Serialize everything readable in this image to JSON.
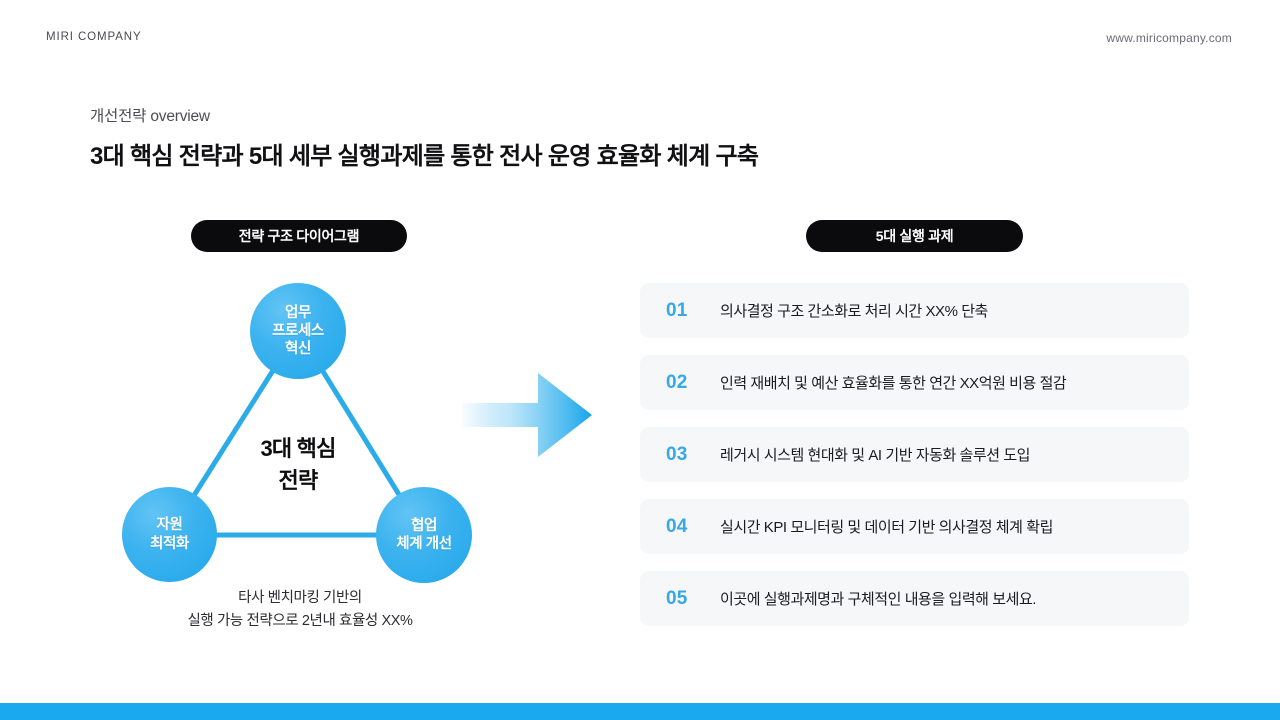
{
  "header": {
    "brand": "MIRI COMPANY",
    "url": "www.miricompany.com"
  },
  "title": {
    "eyebrow": "개선전략 overview",
    "heading": "3대 핵심 전략과 5대 세부 실행과제를 통한 전사 운영 효율화 체계 구축"
  },
  "badges": {
    "left": "전략 구조 다이어그램",
    "right": "5대 실행 과제"
  },
  "diagram": {
    "nodes": [
      {
        "id": "top",
        "lines": [
          "업무",
          "프로세스",
          "혁신"
        ]
      },
      {
        "id": "left",
        "lines": [
          "자원",
          "최적화"
        ]
      },
      {
        "id": "right",
        "lines": [
          "협업",
          "체계 개선"
        ]
      }
    ],
    "center": [
      "3대 핵심",
      "전략"
    ],
    "caption": [
      "타사 벤치마킹 기반의",
      "실행 가능 전략으로 2년내 효율성 XX%"
    ]
  },
  "tasks": [
    {
      "num": "01",
      "text": "의사결정 구조 간소화로 처리 시간 XX% 단축"
    },
    {
      "num": "02",
      "text": "인력 재배치 및 예산 효율화를 통한 연간 XX억원 비용 절감"
    },
    {
      "num": "03",
      "text": "레거시 시스템 현대화 및 AI 기반 자동화 솔루션 도입"
    },
    {
      "num": "04",
      "text": "실시간 KPI 모니터링 및 데이터 기반 의사결정 체계 확립"
    },
    {
      "num": "05",
      "text": "이곳에 실행과제명과 구체적인 내용을 입력해 보세요."
    }
  ],
  "colors": {
    "accent_blue": "#1aa9ee",
    "node_blue": "#3cb3ef",
    "number_blue": "#35a9e8",
    "row_bg": "#f6f7f9",
    "badge_bg": "#0b0b0d",
    "footer_bar": "#1aa9ee"
  }
}
